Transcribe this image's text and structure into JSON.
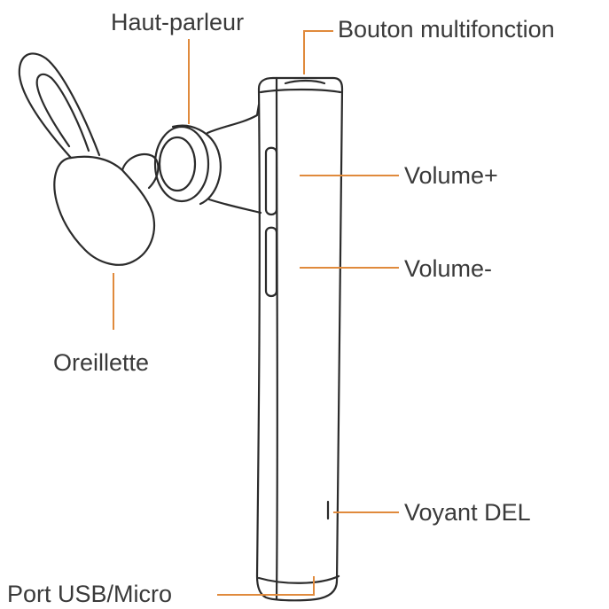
{
  "labels": {
    "speaker": "Haut-parleur",
    "multifunction_button": "Bouton multifonction",
    "volume_up": "Volume+",
    "volume_down": "Volume-",
    "earpiece": "Oreillette",
    "led": "Voyant DEL",
    "usb_port": "Port USB/Micro"
  },
  "colors": {
    "outline": "#2b2b2b",
    "leader": "#e08a3c",
    "text": "#3a3a3a",
    "background": "#ffffff"
  }
}
